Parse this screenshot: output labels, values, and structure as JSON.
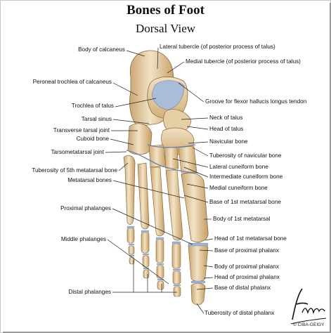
{
  "title": "Bones of Foot",
  "subtitle": "Dorsal View",
  "labels_left": {
    "body_calcaneus": "Body of calcaneus",
    "peroneal_trochlea": "Peroneal trochlea of calcaneus",
    "trochlea_talus": "Trochlea of talus",
    "tarsal_sinus": "Tarsal sinus",
    "transverse_tarsal_joint": "Transverse tarsal joint",
    "cuboid_bone": "Cuboid bone",
    "tarsometatarsal_joint": "Tarsometatarsal joint",
    "tuberosity_5th_metatarsal": "Tuberosity of 5th metatarsal bone",
    "metatarsal_bones": "Metatarsal bones",
    "proximal_phalanges": "Proximal phalanges",
    "middle_phalanges": "Middle phalanges",
    "distal_phalanges": "Distal phalanges"
  },
  "labels_right": {
    "lateral_tubercle": "Lateral tubercle (of posterior process of talus)",
    "medial_tubercle": "Medial tubercle (of posterior process of talus)",
    "groove_fhl": "Groove for flexor hallucis longus tendon",
    "neck_talus": "Neck of talus",
    "head_talus": "Head of talus",
    "navicular_bone": "Navicular bone",
    "tuberosity_navicular": "Tuberosity of navicular bone",
    "lateral_cuneiform": "Lateral cuneiform bone",
    "intermediate_cuneiform": "Intermediate cuneiform bone",
    "medial_cuneiform": "Medial cuneiform bone",
    "base_1st_metatarsal": "Base of 1st metatarsal bone",
    "body_1st_metatarsal": "Body of 1st metatarsal",
    "head_1st_metatarsal": "Head of 1st metatarsal bone",
    "base_proximal_phalanx": "Base of proximal phalanx",
    "body_proximal_phalanx": "Body of proximal phalanx",
    "head_proximal_phalanx": "Head of proximal phalanx",
    "base_distal_phalanx": "Base of distal phalanx",
    "tuberosity_distal_phalanx": "Tuberosity of distal phalanx"
  },
  "signature": {
    "copyright": "© CIBA-GEIGY"
  },
  "colors": {
    "bone_fill": "#ead8b4",
    "bone_shade": "#c9a673",
    "cartilage": "#9fb4d2",
    "leader": "#222222"
  }
}
